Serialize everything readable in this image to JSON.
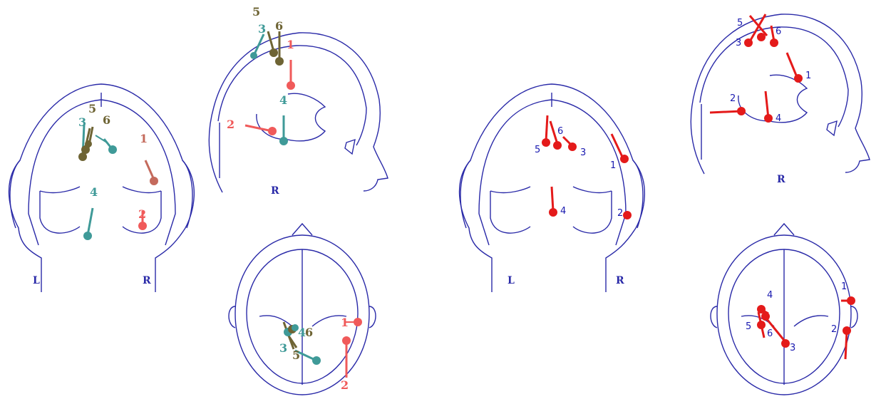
{
  "colors": {
    "outline": "#2a2aa8",
    "dipole_1": "#f05a5a",
    "dipole_2": "#f05a5a",
    "dipole_3": "#3f9a98",
    "dipole_4": "#3f9a98",
    "dipole_5": "#6e6434",
    "dipole_6": "#6e6434",
    "dipole_1_back": "#c46a5c",
    "dipole_right_panel": "#e41a1a",
    "label_right_panel": "#1a1ab0"
  },
  "left_panel": {
    "back_view": {
      "left_label": "L",
      "right_label": "R"
    },
    "side_view": {
      "side_label": "R"
    },
    "dipole_numbers": [
      "1",
      "2",
      "3",
      "4",
      "5",
      "6"
    ]
  },
  "right_panel": {
    "back_view": {
      "left_label": "L",
      "right_label": "R"
    },
    "side_view": {
      "side_label": "R"
    },
    "dipole_numbers": [
      "1",
      "2",
      "3",
      "4",
      "5",
      "6"
    ]
  }
}
